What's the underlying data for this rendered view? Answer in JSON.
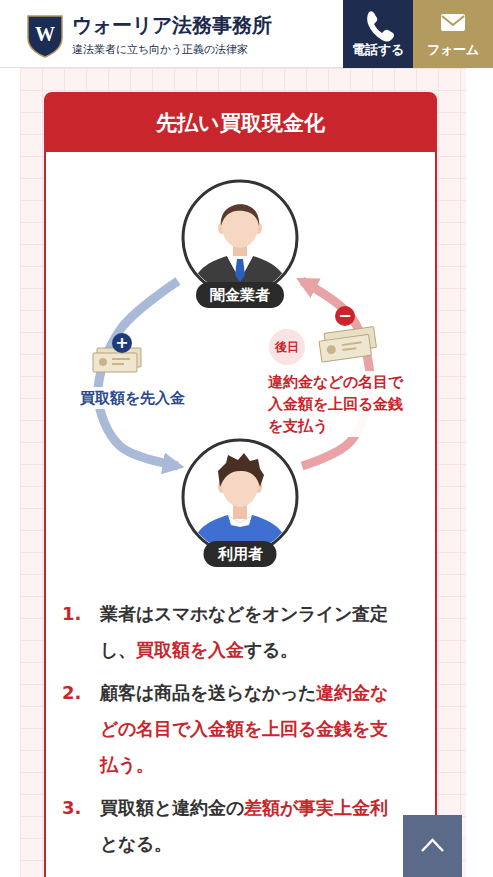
{
  "diagram": {
    "title": "先払い買取現金化",
    "nodes": [
      {
        "text": [
          "電話する"
        ]
      },
      {
        "text": [
          "フォーム"
        ]
      },
      {
        "text": [
          "闇金業者"
        ]
      },
      {
        "text": [
          "利用者"
        ]
      }
    ],
    "edges": [
      {
        "from": 2,
        "to": 3,
        "arrow": "to",
        "label": "買取額を先入金"
      },
      {
        "from": 3,
        "to": 2,
        "arrow": "to",
        "label": "違約金などの名目で入金額を上回る金銭を支払う"
      }
    ],
    "labels": [
      "W",
      "ウォーリア法務事務所",
      "違法業者に立ち向かう正義の法律家",
      "+",
      "−",
      "後日",
      "1.",
      "業者はスマホなどをオンライン査定し、",
      "買取額を入金",
      "する。",
      "2.",
      "顧客は商品を送らなかった",
      "違約金などの名目で入金額を上回る金銭を支払う。",
      "3.",
      "買取額と違約金の",
      "差額が事実上金利",
      "となる。"
    ]
  }
}
